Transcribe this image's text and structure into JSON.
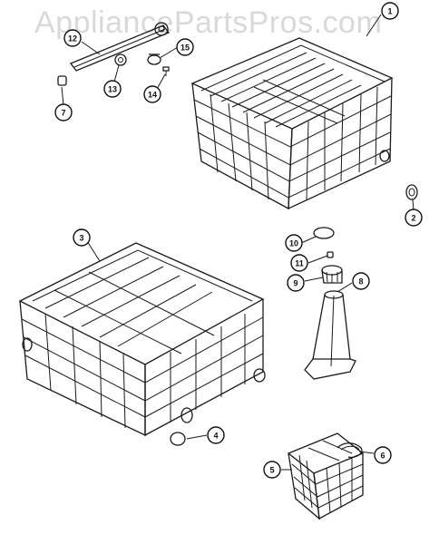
{
  "watermark": "AppliancePartsPros.com",
  "callouts": [
    {
      "id": "c1",
      "label": "1"
    },
    {
      "id": "c2",
      "label": "2"
    },
    {
      "id": "c3",
      "label": "3"
    },
    {
      "id": "c4",
      "label": "4"
    },
    {
      "id": "c5",
      "label": "5"
    },
    {
      "id": "c6",
      "label": "6"
    },
    {
      "id": "c7",
      "label": "7"
    },
    {
      "id": "c8",
      "label": "8"
    },
    {
      "id": "c9",
      "label": "9"
    },
    {
      "id": "c10",
      "label": "10"
    },
    {
      "id": "c11",
      "label": "11"
    },
    {
      "id": "c12",
      "label": "12"
    },
    {
      "id": "c13",
      "label": "13"
    },
    {
      "id": "c14",
      "label": "14"
    },
    {
      "id": "c15",
      "label": "15"
    }
  ]
}
